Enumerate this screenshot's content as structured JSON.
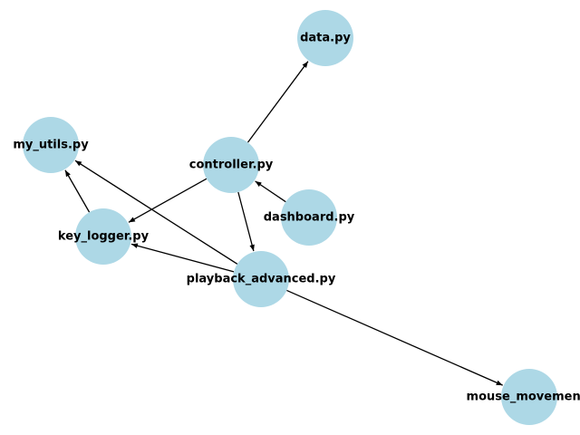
{
  "graph": {
    "node_color": "#add8e6",
    "edge_color": "#000000",
    "label_color": "#000000",
    "nodes": [
      {
        "id": "data",
        "label": "data.py"
      },
      {
        "id": "my_utils",
        "label": "my_utils.py"
      },
      {
        "id": "controller",
        "label": "controller.py"
      },
      {
        "id": "dashboard",
        "label": "dashboard.py"
      },
      {
        "id": "key_logger",
        "label": "key_logger.py"
      },
      {
        "id": "playback_advanced",
        "label": "playback_advanced.py"
      },
      {
        "id": "mouse_movement",
        "label": "mouse_movement_"
      }
    ],
    "edges": [
      {
        "from": "controller",
        "to": "data"
      },
      {
        "from": "controller",
        "to": "key_logger"
      },
      {
        "from": "controller",
        "to": "playback_advanced"
      },
      {
        "from": "dashboard",
        "to": "controller"
      },
      {
        "from": "key_logger",
        "to": "my_utils"
      },
      {
        "from": "playback_advanced",
        "to": "my_utils"
      },
      {
        "from": "playback_advanced",
        "to": "key_logger"
      },
      {
        "from": "playback_advanced",
        "to": "mouse_movement"
      }
    ]
  }
}
